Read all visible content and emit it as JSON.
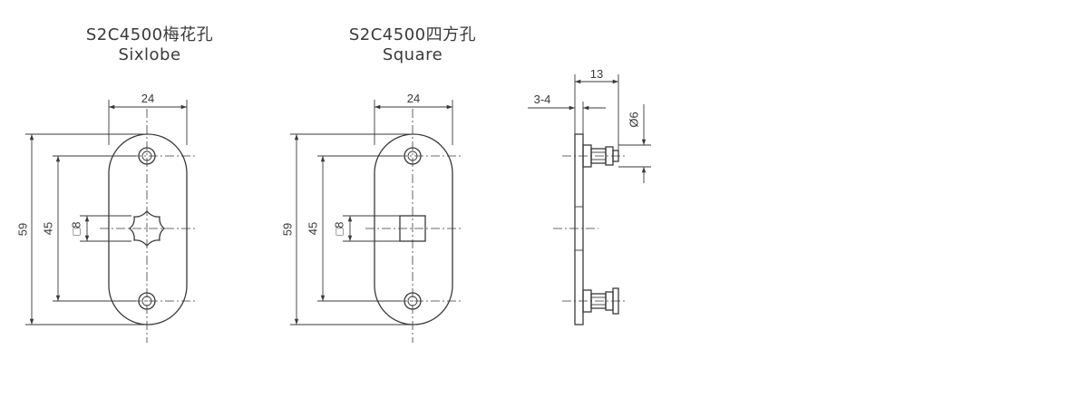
{
  "views": {
    "sixlobe": {
      "title_cn": "S2C4500梅花孔",
      "title_en": "Sixlobe"
    },
    "square": {
      "title_cn": "S2C4500四方孔",
      "title_en": "Square"
    }
  },
  "dimensions": {
    "width": "24",
    "height": "59",
    "hole_spacing": "45",
    "hole_size": "□8",
    "side_depth": "13",
    "side_thickness": "3-4",
    "pin_diameter": "Ø6"
  }
}
